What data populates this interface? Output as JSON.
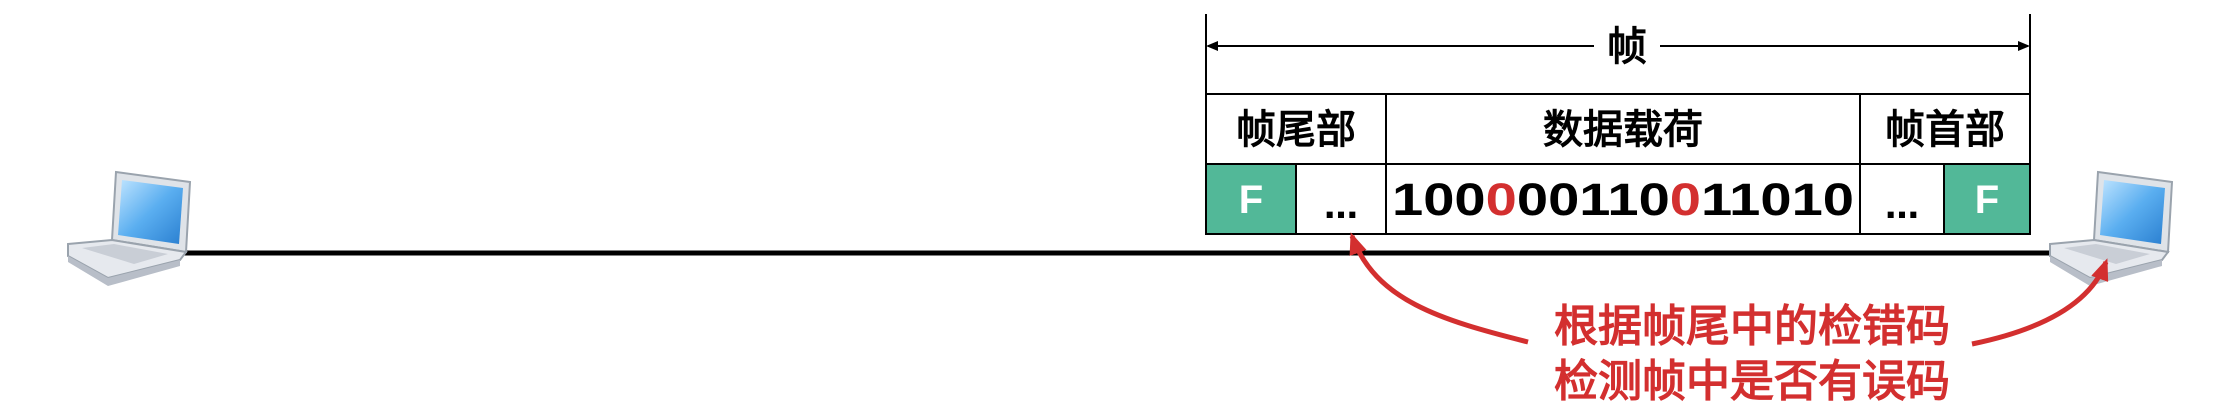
{
  "frame_label": "帧",
  "headers": {
    "trailer": "帧尾部",
    "payload": "数据载荷",
    "header": "帧首部"
  },
  "flag_left": "F",
  "flag_right": "F",
  "ellipsis_left": "…",
  "ellipsis_right": "…",
  "bits": {
    "seg1": "100",
    "err1": "0",
    "seg2": "00110",
    "err2": "0",
    "seg3": "11010"
  },
  "annotation": {
    "line1": "根据帧尾中的检错码",
    "line2": "检测帧中是否有误码"
  },
  "colors": {
    "flag": "#52b898",
    "error": "#d32f2f",
    "line": "#000000"
  },
  "icons": [
    "laptop-icon",
    "laptop-icon"
  ]
}
